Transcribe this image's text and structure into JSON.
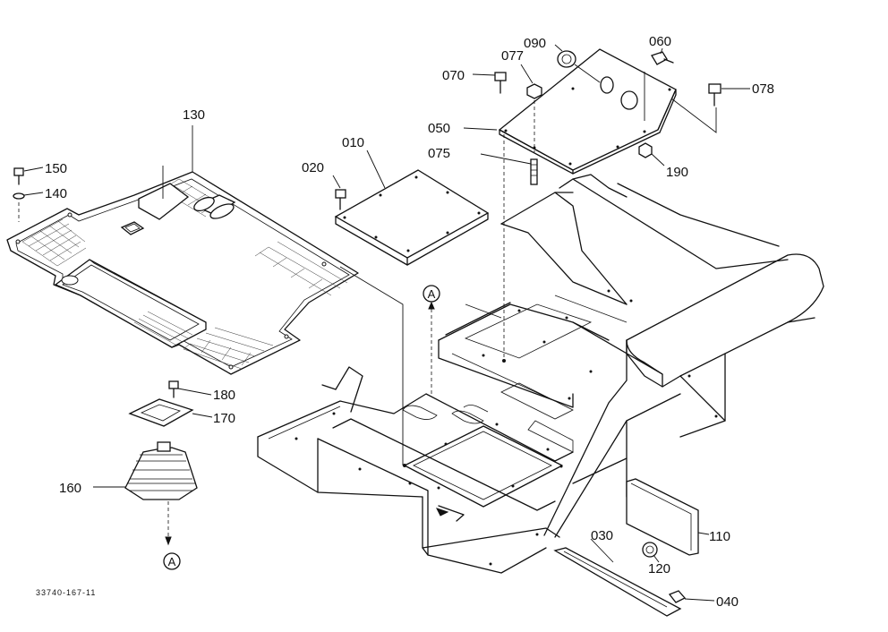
{
  "diagram": {
    "callouts": [
      {
        "id": "010",
        "label": "010"
      },
      {
        "id": "020",
        "label": "020"
      },
      {
        "id": "030",
        "label": "030"
      },
      {
        "id": "040",
        "label": "040"
      },
      {
        "id": "050",
        "label": "050"
      },
      {
        "id": "060",
        "label": "060"
      },
      {
        "id": "070",
        "label": "070"
      },
      {
        "id": "075",
        "label": "075"
      },
      {
        "id": "077",
        "label": "077"
      },
      {
        "id": "078",
        "label": "078"
      },
      {
        "id": "090",
        "label": "090"
      },
      {
        "id": "110",
        "label": "110"
      },
      {
        "id": "120",
        "label": "120"
      },
      {
        "id": "130",
        "label": "130"
      },
      {
        "id": "140",
        "label": "140"
      },
      {
        "id": "150",
        "label": "150"
      },
      {
        "id": "160",
        "label": "160"
      },
      {
        "id": "170",
        "label": "170"
      },
      {
        "id": "180",
        "label": "180"
      },
      {
        "id": "190",
        "label": "190"
      }
    ],
    "reference_marks": [
      {
        "label": "A"
      },
      {
        "label": "A"
      }
    ],
    "drawing_number": "33740-167-11"
  }
}
